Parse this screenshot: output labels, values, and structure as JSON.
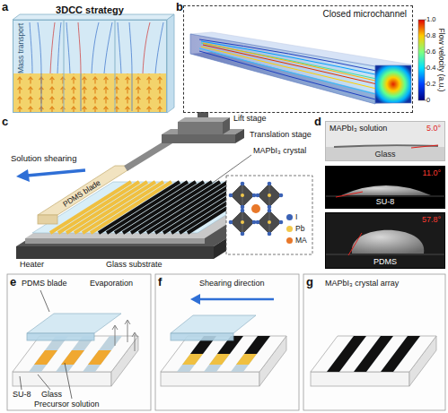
{
  "diagram": {
    "nodes": [
      {
        "text": [
          "3DCC strategy",
          "Mass transport"
        ]
      },
      {
        "text": [
          "Closed microchannel"
        ]
      },
      {
        "text": [
          "MAPbI₃ solution",
          "5.0°",
          "Glass"
        ]
      },
      {
        "text": [
          "11.0°",
          "SU-8"
        ]
      },
      {
        "text": [
          "57.8°",
          "PDMS"
        ]
      }
    ],
    "labels": [
      "a",
      "b",
      "Flow velocity (a.u.)",
      "1.0",
      "0.8",
      "0.6",
      "0.4",
      "0.2",
      "0",
      "c",
      "Lift stage",
      "Translation stage",
      "MAPbI₃ crystal",
      "Solution shearing",
      "PDMS blade",
      "Heater",
      "Glass substrate",
      "d",
      "e",
      "PDMS blade",
      "Evaporation",
      "SU-8",
      "Glass",
      "Precursor solution",
      "f",
      "Shearing direction",
      "g",
      "MAPbI₃ crystal array"
    ],
    "legend": [
      {
        "text": "I",
        "color": "#3b62b5"
      },
      {
        "text": "Pb",
        "color": "#f2c94c"
      },
      {
        "text": "MA",
        "color": "#e8782a"
      }
    ]
  }
}
